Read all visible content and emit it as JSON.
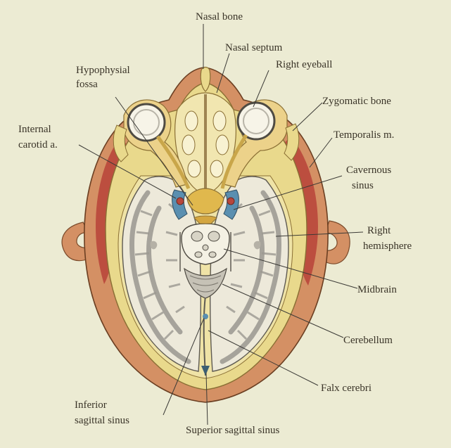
{
  "labels": {
    "nasal_bone": "Nasal bone",
    "nasal_septum": "Nasal septum",
    "right_eyeball": "Right eyeball",
    "hypophysial_fossa_1": "Hypophysial",
    "hypophysial_fossa_2": "fossa",
    "zygomatic_bone": "Zygomatic bone",
    "internal_carotid_1": "Internal",
    "internal_carotid_2": "carotid a.",
    "temporalis": "Temporalis m.",
    "cavernous_1": "Cavernous",
    "cavernous_2": "sinus",
    "right_hemisphere_1": "Right",
    "right_hemisphere_2": "hemisphere",
    "midbrain": "Midbrain",
    "cerebellum": "Cerebellum",
    "falx_cerebri": "Falx cerebri",
    "inferior_sagittal_1": "Inferior",
    "inferior_sagittal_2": "sagittal sinus",
    "superior_sagittal": "Superior sagittal sinus"
  },
  "colors": {
    "background": "#ecebd3",
    "skin": "#d49064",
    "muscle": "#b9473b",
    "bone": "#e9d98c",
    "brain": "#ede9da",
    "gyri": "#8f8c86",
    "vessel_blue": "#5a8fb0",
    "vessel_red": "#b8463c"
  }
}
